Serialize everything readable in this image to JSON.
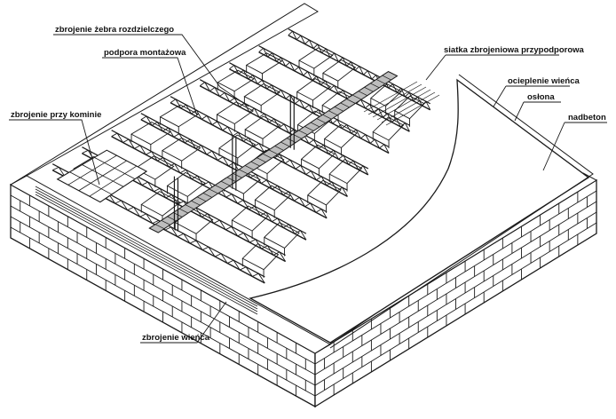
{
  "labels": {
    "rib_reinforcement": "zbrojenie żebra rozdzielczego",
    "mounting_support": "podpora montażowa",
    "chimney_reinforcement": "zbrojenie przy kominie",
    "support_mesh": "siatka zbrojeniowa przypodporowa",
    "rim_insulation": "ocieplenie wieńca",
    "cover": "osłona",
    "topping_concrete": "nadbeton",
    "rim_reinforcement": "zbrojenie wieńca"
  },
  "colors": {
    "line": "#1a1a1a",
    "background": "#ffffff",
    "text": "#111111"
  }
}
